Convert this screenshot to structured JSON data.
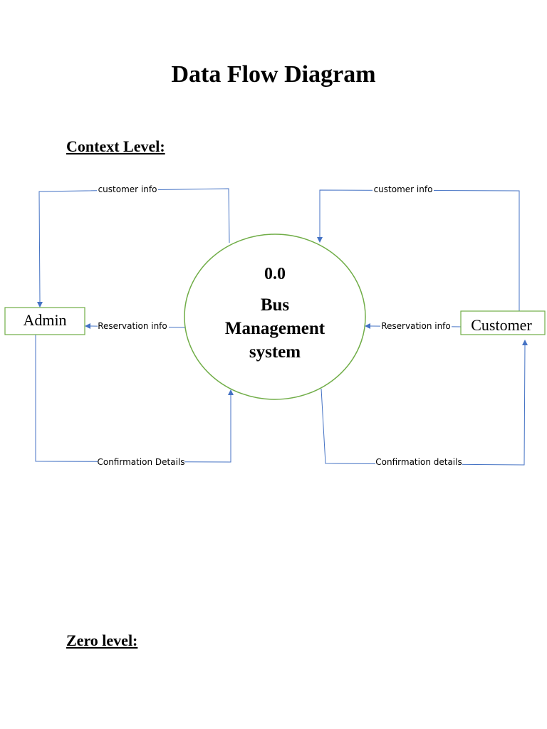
{
  "title": "Data Flow Diagram",
  "sections": {
    "context_heading": "Context Level:",
    "zero_heading": "Zero level:"
  },
  "process": {
    "number": "0.0",
    "name_lines": [
      "Bus",
      "Management",
      "system"
    ]
  },
  "entities": {
    "admin": "Admin",
    "customer": "Customer"
  },
  "flows": {
    "admin_customer_info": "customer info",
    "customer_customer_info": "customer info",
    "admin_reservation_info": "Reservation info",
    "customer_reservation_info": "Reservation info",
    "admin_confirmation": "Confirmation Details",
    "customer_confirmation": "Confirmation details"
  },
  "colors": {
    "flow_line": "#4472c4",
    "shape_outline": "#70ad47"
  }
}
